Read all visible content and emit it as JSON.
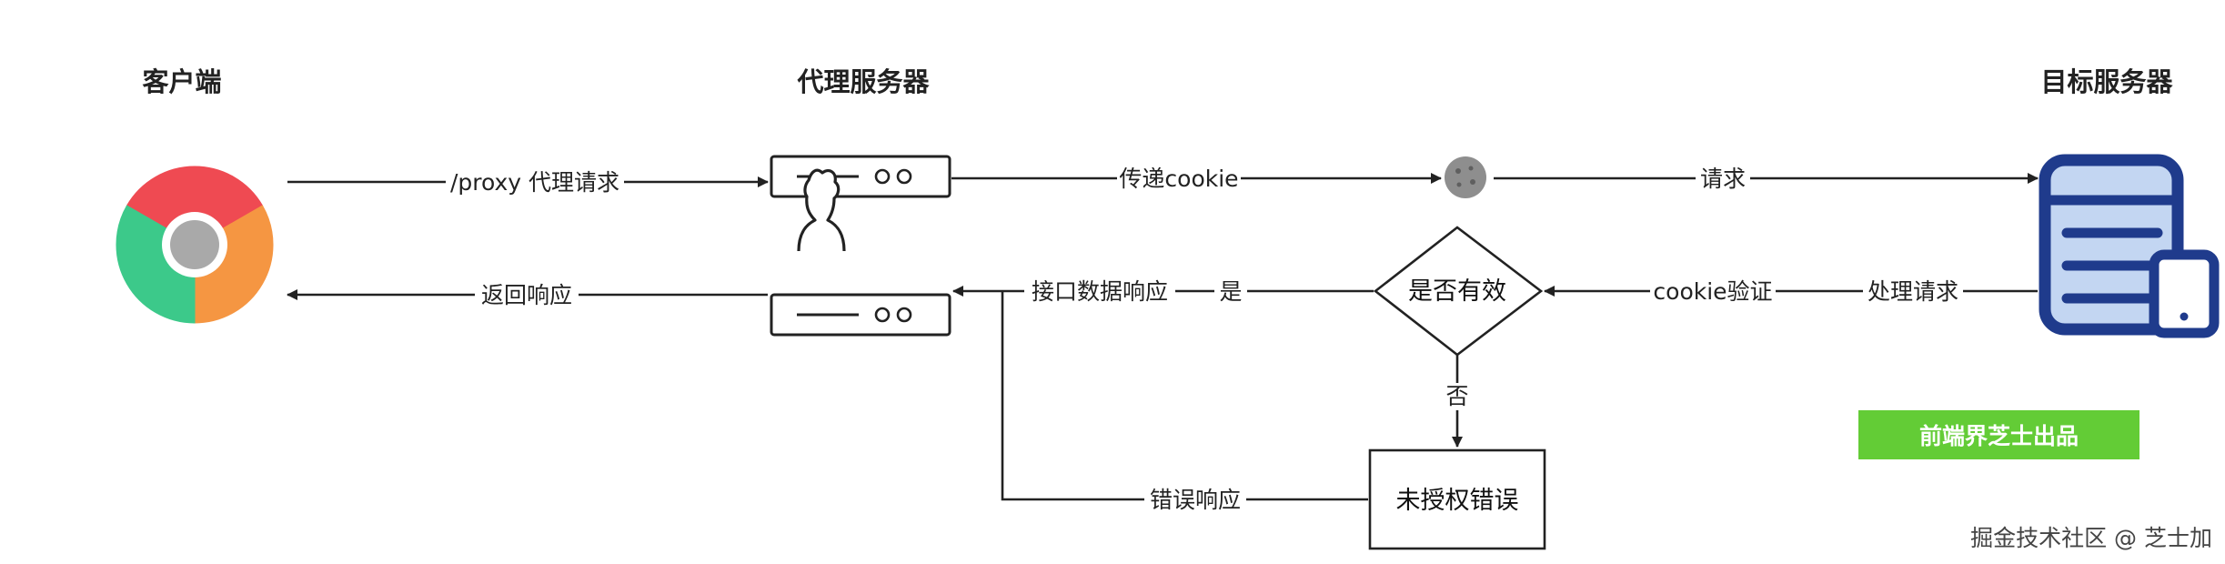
{
  "headings": {
    "client": "客户端",
    "proxy": "代理服务器",
    "target": "目标服务器"
  },
  "edges": {
    "proxy_request": "/proxy 代理请求",
    "pass_cookie": "传递cookie",
    "request": "请求",
    "handle_request": "处理请求",
    "cookie_verify": "cookie验证",
    "yes": "是",
    "api_response": "接口数据响应",
    "return_response": "返回响应",
    "no": "否",
    "error_response": "错误响应"
  },
  "nodes": {
    "decision": "是否有效",
    "unauthorized": "未授权错误"
  },
  "badge": "前端界芝士出品",
  "watermark": "掘金技术社区 @ 芝士加",
  "icons": {
    "client": "chrome-browser-icon",
    "proxy_top": "server-icon",
    "proxy_bottom": "server-icon",
    "proxy_user": "user-icon",
    "cookie": "cookie-icon",
    "target": "server-document-icon"
  },
  "colors": {
    "badge": "#63cc36",
    "target_icon": "#1f3b8c",
    "target_icon_fill": "#c3d6f2",
    "chrome_red": "#ef4a52",
    "chrome_orange": "#f59642",
    "chrome_green": "#3cc98a",
    "chrome_center": "#a9a9a9"
  }
}
